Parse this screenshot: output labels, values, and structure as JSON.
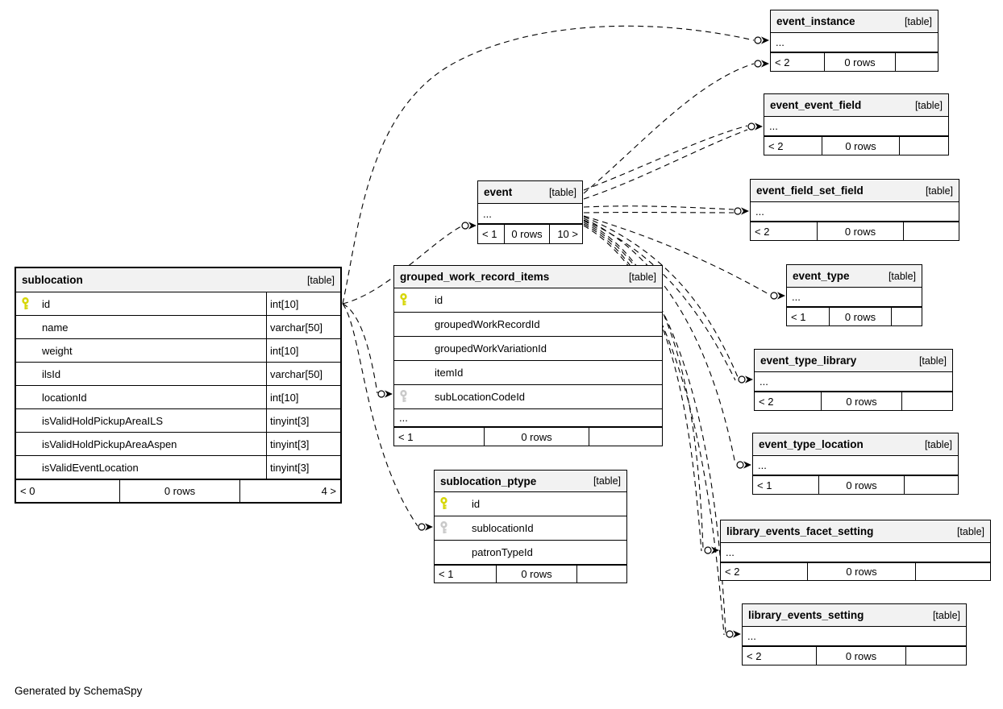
{
  "footer_note": "Generated by SchemaSpy",
  "diagram": {
    "colors": {
      "pk_key": "#d6d606",
      "fk_key": "#c9c9c9",
      "header_bg": "#f2f2f2",
      "edge": "#000000"
    },
    "tables": [
      {
        "id": "sublocation",
        "name": "sublocation",
        "tag": "[table]",
        "focal": true,
        "columns": [
          {
            "name": "id",
            "type": "int[10]",
            "key": "pk"
          },
          {
            "name": "name",
            "type": "varchar[50]"
          },
          {
            "name": "weight",
            "type": "int[10]"
          },
          {
            "name": "ilsId",
            "type": "varchar[50]"
          },
          {
            "name": "locationId",
            "type": "int[10]"
          },
          {
            "name": "isValidHoldPickupAreaILS",
            "type": "tinyint[3]"
          },
          {
            "name": "isValidHoldPickupAreaAspen",
            "type": "tinyint[3]"
          },
          {
            "name": "isValidEventLocation",
            "type": "tinyint[3]"
          }
        ],
        "footer": {
          "parents": "< 0",
          "rows": "0 rows",
          "children": "4 >"
        }
      },
      {
        "id": "grouped_work_record_items",
        "name": "grouped_work_record_items",
        "tag": "[table]",
        "columns": [
          {
            "name": "id",
            "key": "pk"
          },
          {
            "name": "groupedWorkRecordId"
          },
          {
            "name": "groupedWorkVariationId"
          },
          {
            "name": "itemId"
          },
          {
            "name": "subLocationCodeId",
            "key": "fk"
          },
          {
            "name": "...",
            "ellipsis": true
          }
        ],
        "footer": {
          "parents": "< 1",
          "rows": "0 rows",
          "children": ""
        }
      },
      {
        "id": "sublocation_ptype",
        "name": "sublocation_ptype",
        "tag": "[table]",
        "columns": [
          {
            "name": "id",
            "key": "pk"
          },
          {
            "name": "sublocationId",
            "key": "fk"
          },
          {
            "name": "patronTypeId"
          }
        ],
        "footer": {
          "parents": "< 1",
          "rows": "0 rows",
          "children": ""
        }
      },
      {
        "id": "event",
        "name": "event",
        "tag": "[table]",
        "columns": [
          {
            "name": "...",
            "ellipsis": true
          }
        ],
        "footer": {
          "parents": "< 1",
          "rows": "0 rows",
          "children": "10 >"
        }
      },
      {
        "id": "event_instance",
        "name": "event_instance",
        "tag": "[table]",
        "columns": [
          {
            "name": "...",
            "ellipsis": true
          }
        ],
        "footer": {
          "parents": "< 2",
          "rows": "0 rows",
          "children": ""
        }
      },
      {
        "id": "event_event_field",
        "name": "event_event_field",
        "tag": "[table]",
        "columns": [
          {
            "name": "...",
            "ellipsis": true
          }
        ],
        "footer": {
          "parents": "< 2",
          "rows": "0 rows",
          "children": ""
        }
      },
      {
        "id": "event_field_set_field",
        "name": "event_field_set_field",
        "tag": "[table]",
        "columns": [
          {
            "name": "...",
            "ellipsis": true
          }
        ],
        "footer": {
          "parents": "< 2",
          "rows": "0 rows",
          "children": ""
        }
      },
      {
        "id": "event_type",
        "name": "event_type",
        "tag": "[table]",
        "columns": [
          {
            "name": "...",
            "ellipsis": true
          }
        ],
        "footer": {
          "parents": "< 1",
          "rows": "0 rows",
          "children": ""
        }
      },
      {
        "id": "event_type_library",
        "name": "event_type_library",
        "tag": "[table]",
        "columns": [
          {
            "name": "...",
            "ellipsis": true
          }
        ],
        "footer": {
          "parents": "< 2",
          "rows": "0 rows",
          "children": ""
        }
      },
      {
        "id": "event_type_location",
        "name": "event_type_location",
        "tag": "[table]",
        "columns": [
          {
            "name": "...",
            "ellipsis": true
          }
        ],
        "footer": {
          "parents": "< 1",
          "rows": "0 rows",
          "children": ""
        }
      },
      {
        "id": "library_events_facet_setting",
        "name": "library_events_facet_setting",
        "tag": "[table]",
        "columns": [
          {
            "name": "...",
            "ellipsis": true
          }
        ],
        "footer": {
          "parents": "< 2",
          "rows": "0 rows",
          "children": ""
        }
      },
      {
        "id": "library_events_setting",
        "name": "library_events_setting",
        "tag": "[table]",
        "columns": [
          {
            "name": "...",
            "ellipsis": true
          }
        ],
        "footer": {
          "parents": "< 2",
          "rows": "0 rows",
          "children": ""
        }
      }
    ],
    "relationships": [
      {
        "id": "sub-event",
        "from": "sublocation.id",
        "to": "event"
      },
      {
        "id": "sub-gwri",
        "from": "sublocation.id",
        "to": "grouped_work_record_items.subLocationCodeId"
      },
      {
        "id": "sub-ptype",
        "from": "sublocation.id",
        "to": "sublocation_ptype.sublocationId"
      },
      {
        "id": "sub-instance",
        "from": "sublocation.id",
        "to": "event_instance"
      },
      {
        "id": "event-instance",
        "from": "event",
        "to": "event_instance"
      },
      {
        "id": "event-eef",
        "from": "event",
        "to": "event_event_field"
      },
      {
        "id": "event-efsf",
        "from": "event",
        "to": "event_field_set_field"
      },
      {
        "id": "event-etype",
        "from": "event",
        "to": "event_type"
      },
      {
        "id": "event-etlib",
        "from": "event",
        "to": "event_type_library"
      },
      {
        "id": "event-etloc",
        "from": "event",
        "to": "event_type_location"
      },
      {
        "id": "event-lefs",
        "from": "event",
        "to": "library_events_facet_setting"
      },
      {
        "id": "event-les",
        "from": "event",
        "to": "library_events_setting"
      }
    ]
  }
}
